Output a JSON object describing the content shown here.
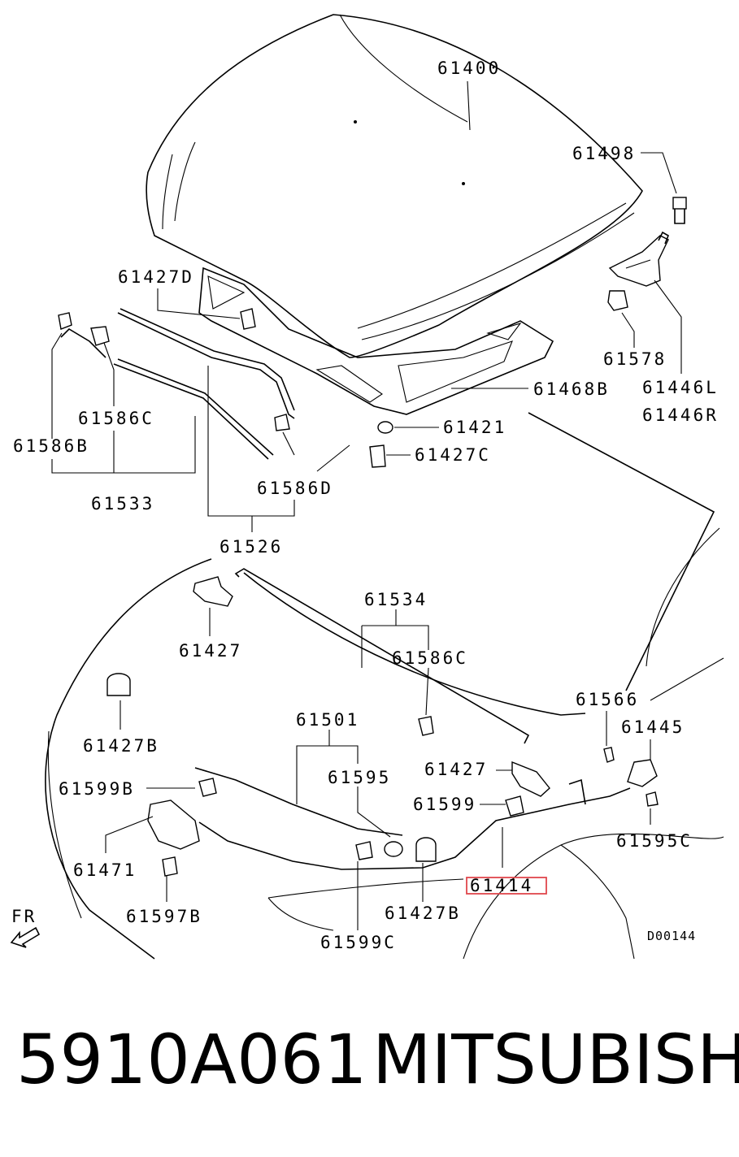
{
  "diagram": {
    "labels": {
      "p61400": "61400",
      "p61498": "61498",
      "p61427D": "61427D",
      "p61578": "61578",
      "p61446L": "61446L",
      "p61446R": "61446R",
      "p61468B": "61468B",
      "p61421": "61421",
      "p61427C": "61427C",
      "p61586C_top": "61586C",
      "p61586B": "61586B",
      "p61586D": "61586D",
      "p61533": "61533",
      "p61526": "61526",
      "p61534": "61534",
      "p61427_left": "61427",
      "p61586C_mid": "61586C",
      "p61566": "61566",
      "p61445": "61445",
      "p61427B_left": "61427B",
      "p61501": "61501",
      "p61595": "61595",
      "p61427_right": "61427",
      "p61599B": "61599B",
      "p61599": "61599",
      "p61595C": "61595C",
      "p61471": "61471",
      "p61414": "61414",
      "p61597B": "61597B",
      "p61427B_bottom": "61427B",
      "p61599C": "61599C",
      "fr": "FR",
      "drawing_code": "D00144"
    },
    "highlight_color": "#e0474c"
  },
  "footer": {
    "part_number": "5910A061",
    "brand": "MITSUBISHI"
  }
}
